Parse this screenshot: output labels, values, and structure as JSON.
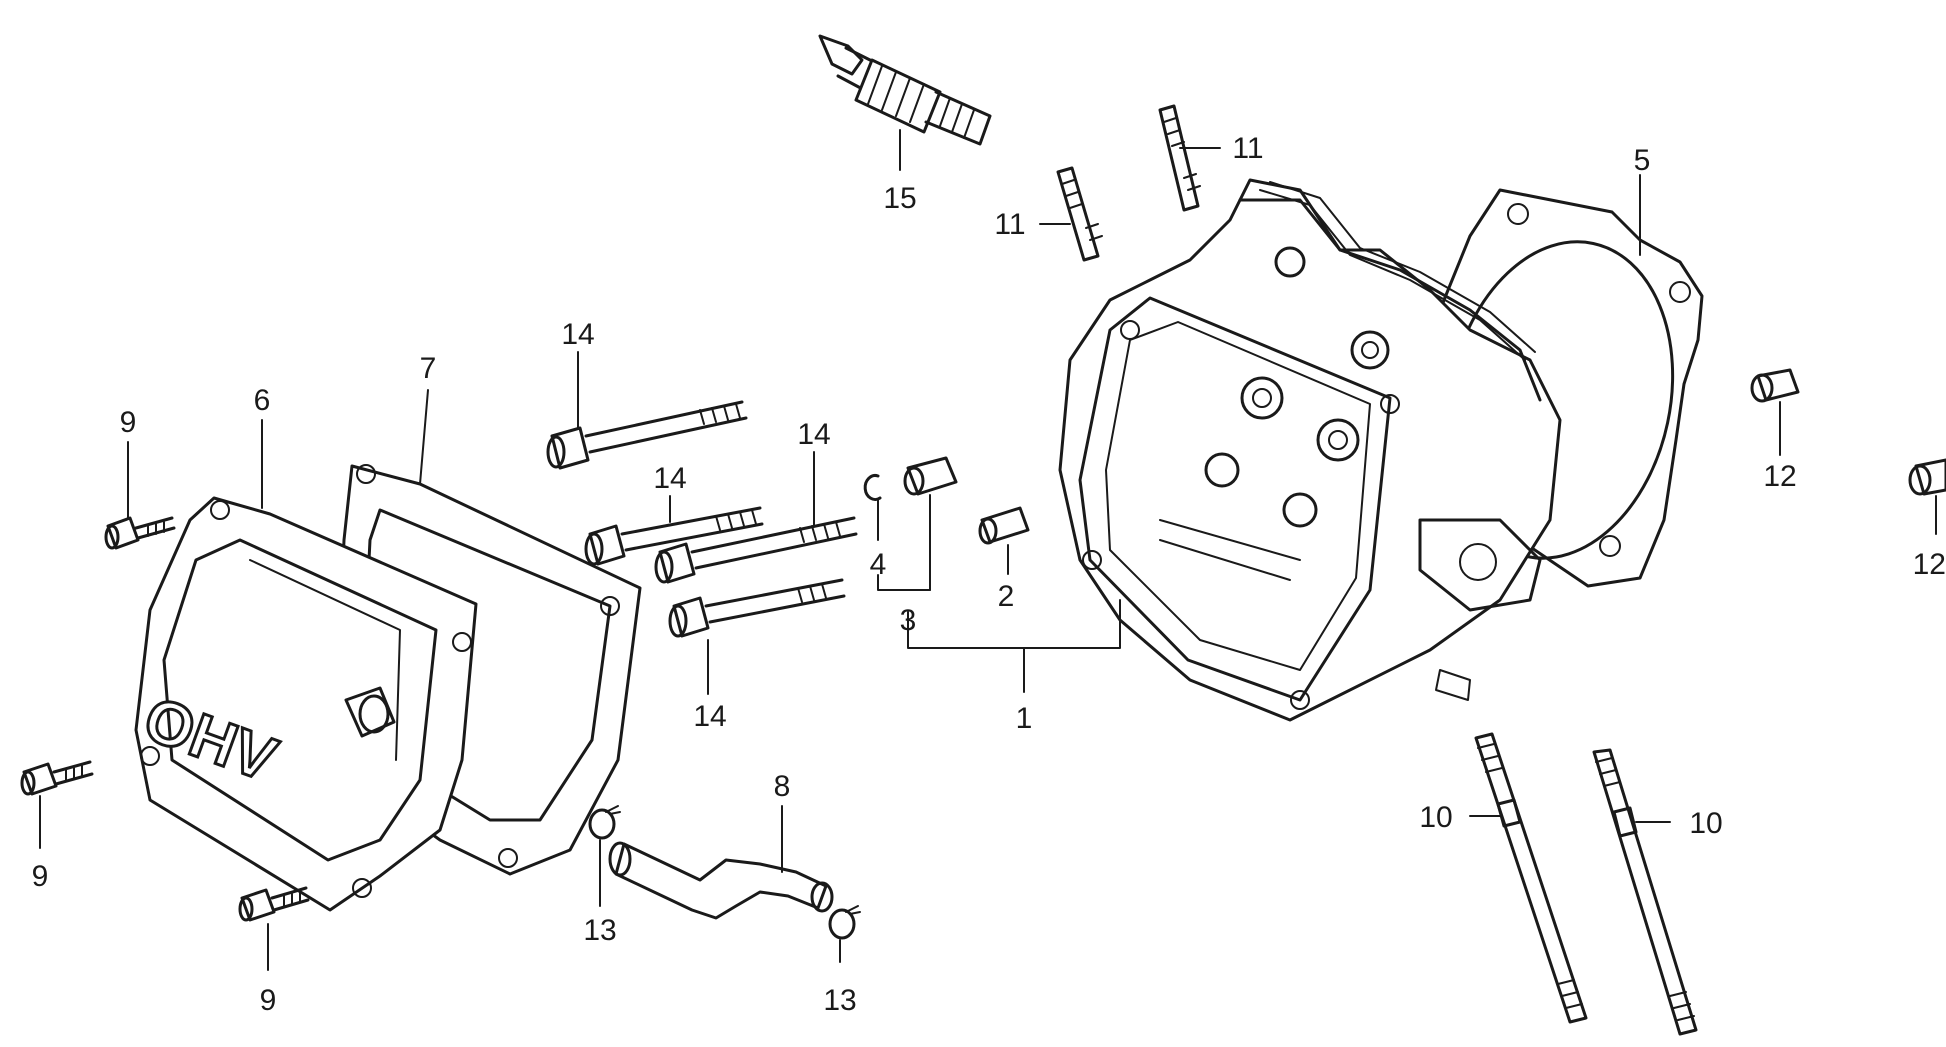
{
  "diagram": {
    "logo_text": "OHV",
    "labels": {
      "p1": "1",
      "p2": "2",
      "p3": "3",
      "p4": "4",
      "p5": "5",
      "p6": "6",
      "p7": "7",
      "p8": "8",
      "p9a": "9",
      "p9b": "9",
      "p9c": "9",
      "p10a": "10",
      "p10b": "10",
      "p11a": "11",
      "p11b": "11",
      "p12a": "12",
      "p12b": "12",
      "p13a": "13",
      "p13b": "13",
      "p14a": "14",
      "p14b": "14",
      "p14c": "14",
      "p14d": "14",
      "p15": "15"
    }
  }
}
